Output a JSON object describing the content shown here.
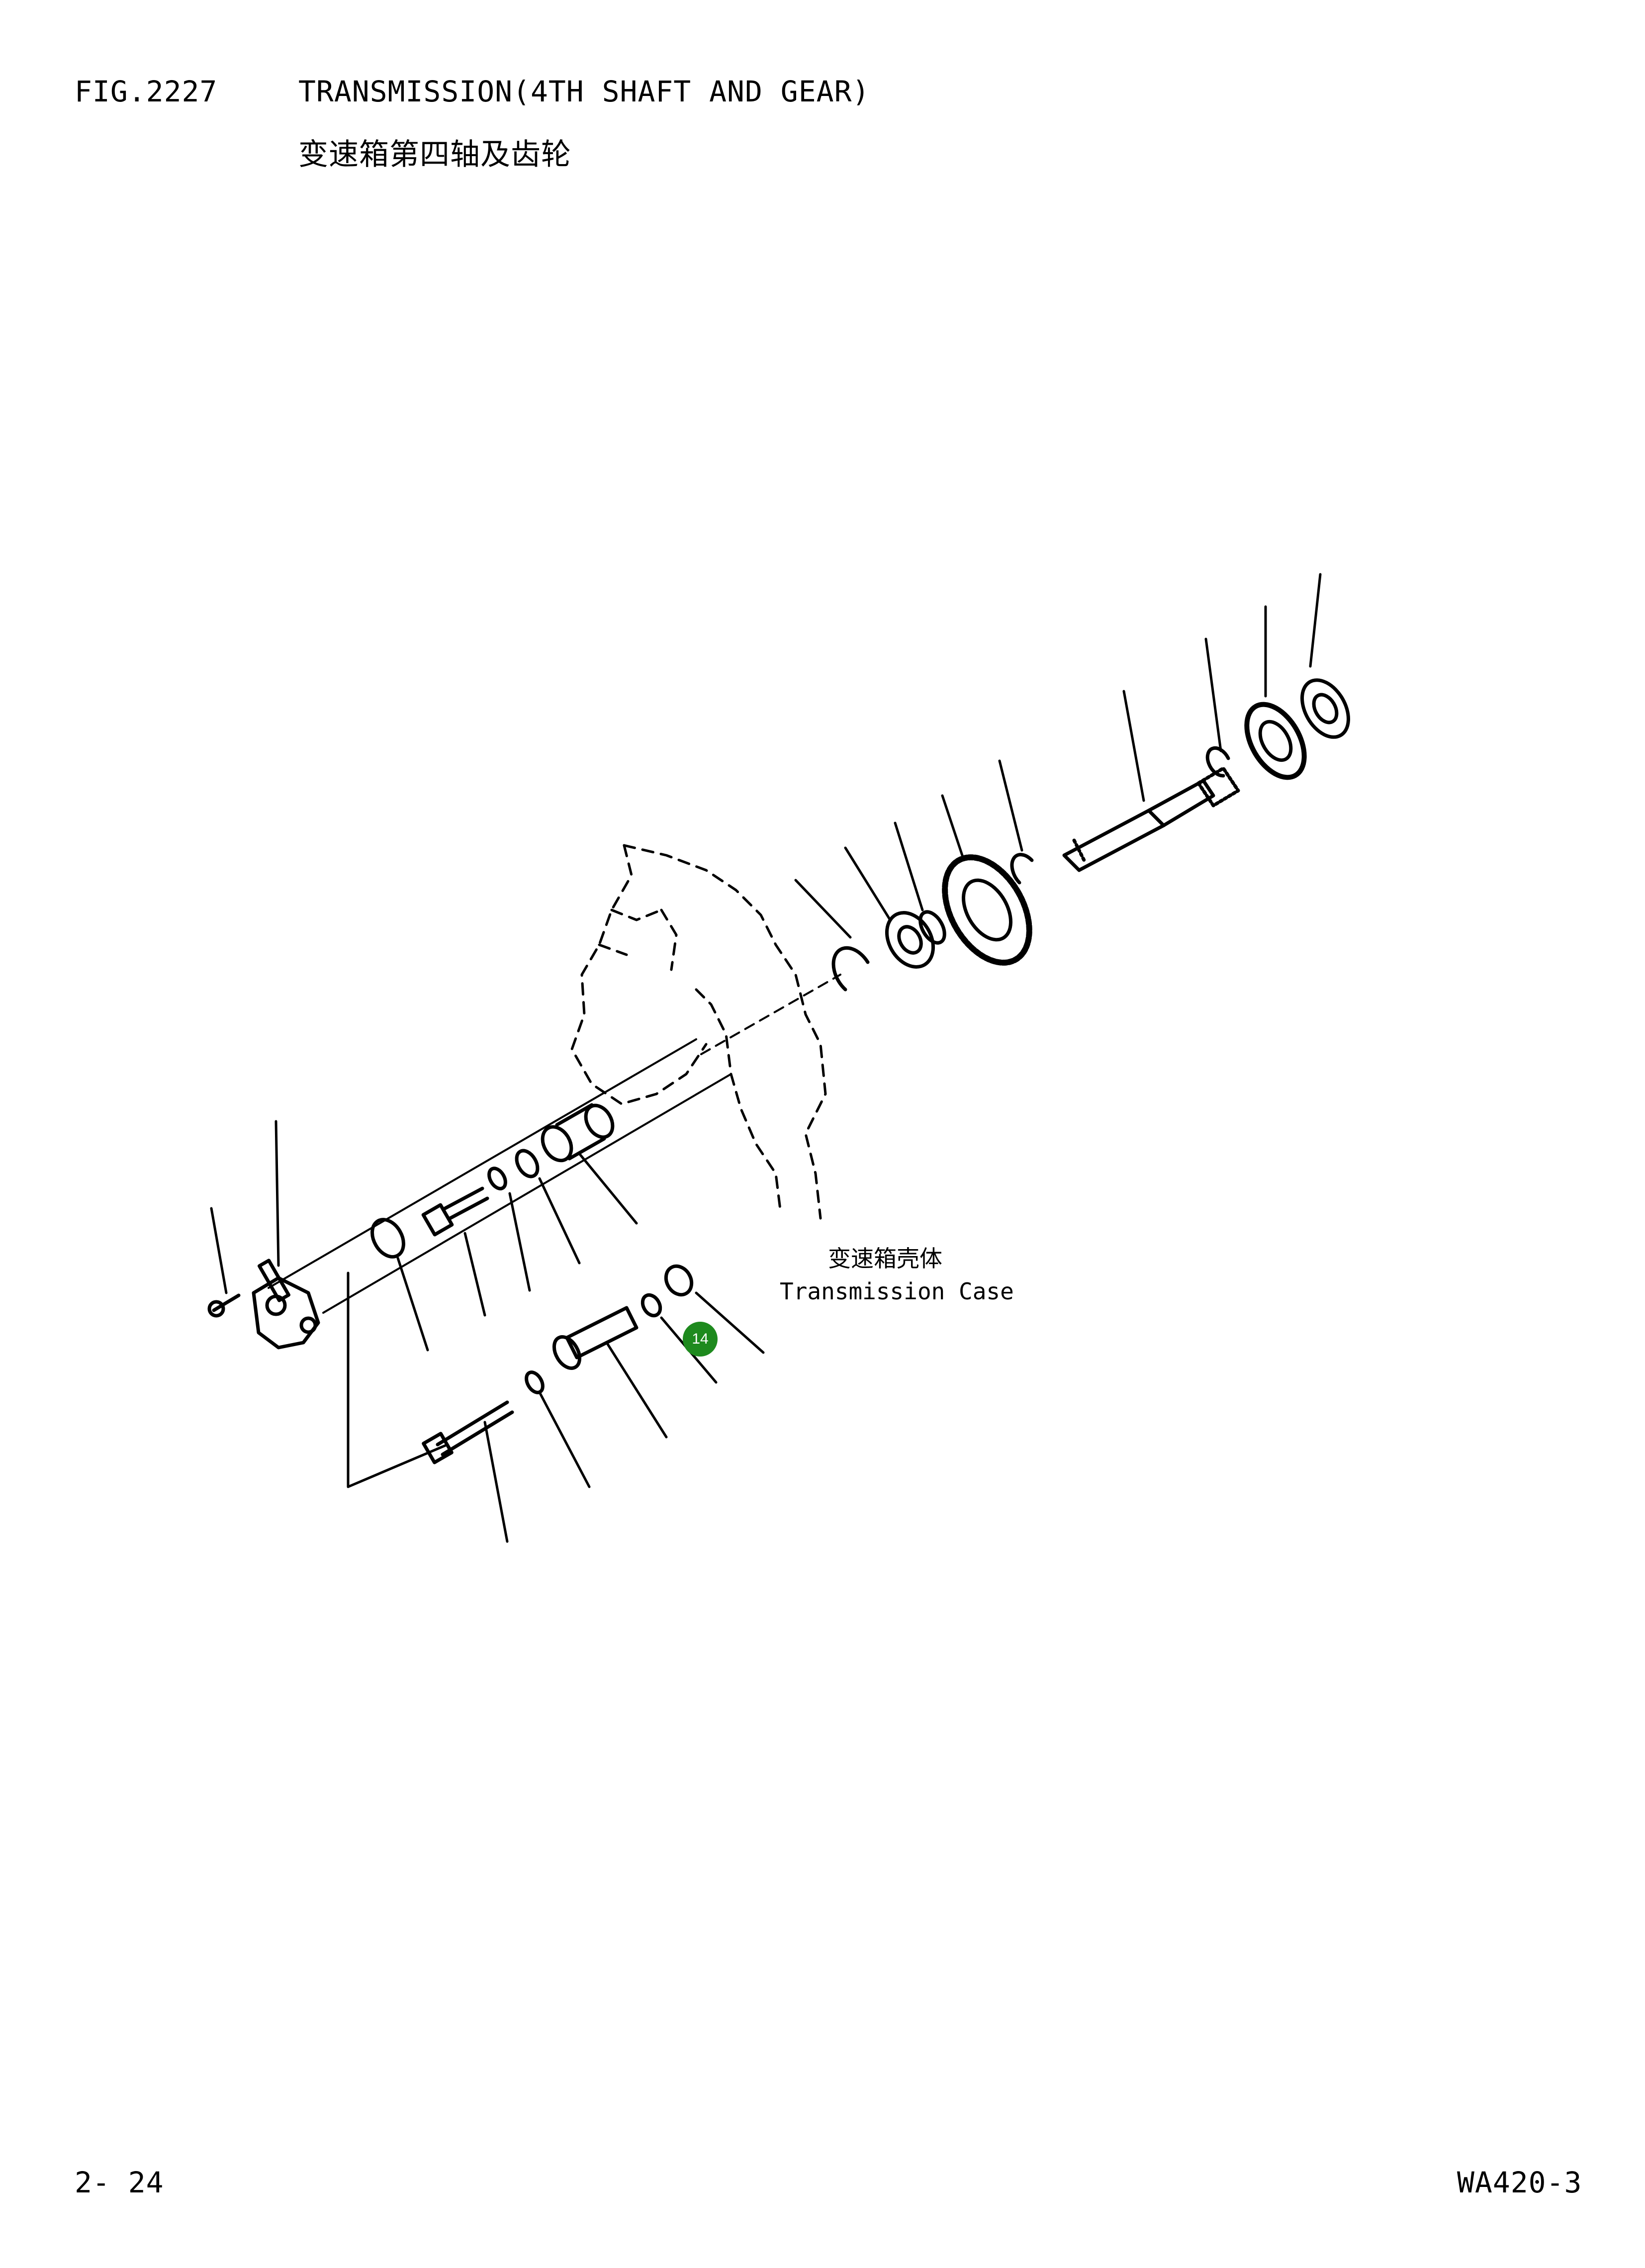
{
  "header": {
    "fig_no": "FIG.2227",
    "title_en": "TRANSMISSION(4TH SHAFT AND GEAR)",
    "title_cn": "变速箱第四轴及齿轮"
  },
  "diagram": {
    "case_label_cn": "变速箱壳体",
    "case_label_en": "Transmission Case",
    "callout": {
      "number": "14",
      "color": "#1e8a1e"
    }
  },
  "footer": {
    "page_no": "2- 24",
    "model_no": "WA420-3"
  }
}
